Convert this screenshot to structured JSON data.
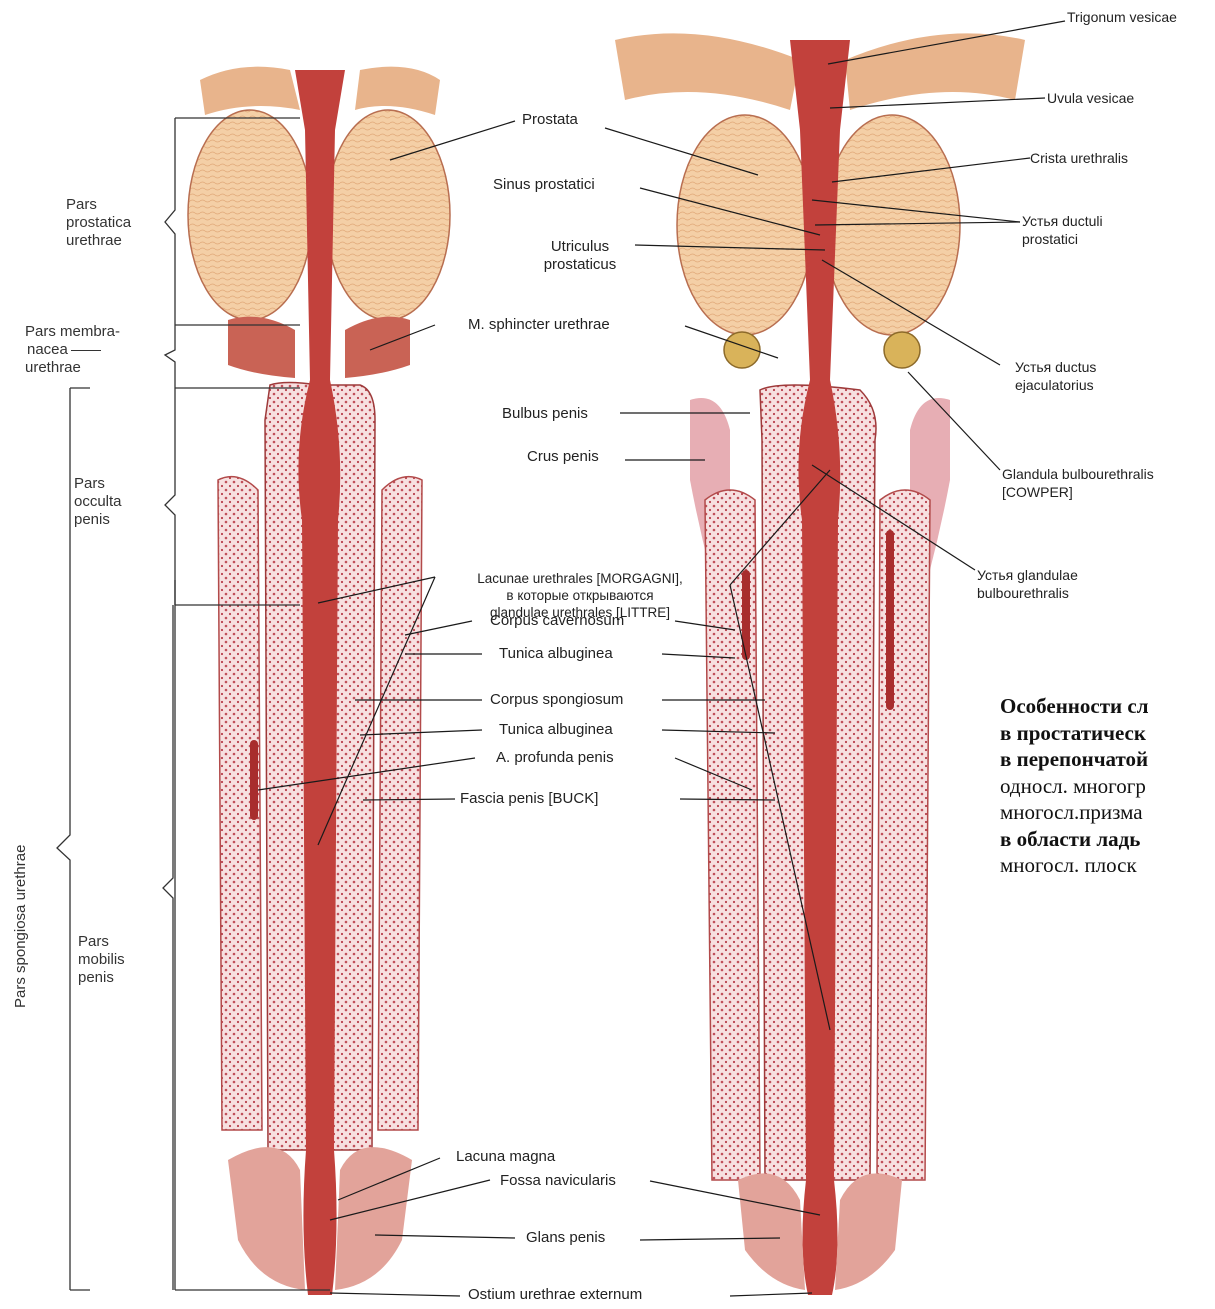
{
  "labels": {
    "pars_prostatica": [
      "Pars",
      "prostatica",
      "urethrae"
    ],
    "pars_membranacea": [
      "Pars membra-",
      "nacea",
      "urethrae"
    ],
    "pars_occulta": [
      "Pars",
      "occulta",
      "penis"
    ],
    "pars_mobilis": [
      "Pars",
      "mobilis",
      "penis"
    ],
    "pars_spongiosa": "Pars spongiosa urethrae",
    "prostata": "Prostata",
    "sinus_prostatici": "Sinus prostatici",
    "utriculus": [
      "Utriculus",
      "prostaticus"
    ],
    "m_sphincter": "M. sphincter urethrae",
    "bulbus_penis": "Bulbus penis",
    "crus_penis": "Crus penis",
    "corpus_cavernosum": "Corpus cavernosum",
    "tunica_albuginea_1": "Tunica albuginea",
    "corpus_spongiosum": "Corpus spongiosum",
    "tunica_albuginea_2": "Tunica albuginea",
    "a_profunda": "A. profunda penis",
    "fascia_penis": "Fascia penis [BUCK]",
    "lacunae": [
      "Lacunae urethrales [MORGAGNI],",
      "в которые открываются",
      "glandulae urethrales [LITTRE]"
    ],
    "lacuna_magna": "Lacuna magna",
    "fossa_navicularis": "Fossa navicularis",
    "glans_penis": "Glans penis",
    "ostium": "Ostium urethrae externum",
    "trigonum": "Trigonum vesicae",
    "uvula": "Uvula vesicae",
    "crista": "Crista urethralis",
    "ustya_ductuli": [
      "Устья ductuli",
      "prostatici"
    ],
    "ustya_ductus": [
      "Устья ductus",
      "ejaculatorius"
    ],
    "glandula_bulbourethralis": [
      "Glandula bulbourethralis",
      "[COWPER]"
    ],
    "ustya_glandulae": [
      "Устья glandulae",
      "bulbourethralis"
    ]
  },
  "note": {
    "line1": "Особенности сл",
    "line2": "в простатическ",
    "line3": "в перепончатой",
    "line4": "односл. многогр",
    "line5": "многосл.призма",
    "line6": "в области ладь",
    "line7": "многосл. плоск"
  },
  "colors": {
    "urethra": "#c2413c",
    "prostate": "#f2caa0",
    "spongy": "#e7a7a0",
    "tunica": "#f6ede6",
    "gland": "#d9b35a",
    "leader": "#1a1a1a"
  }
}
